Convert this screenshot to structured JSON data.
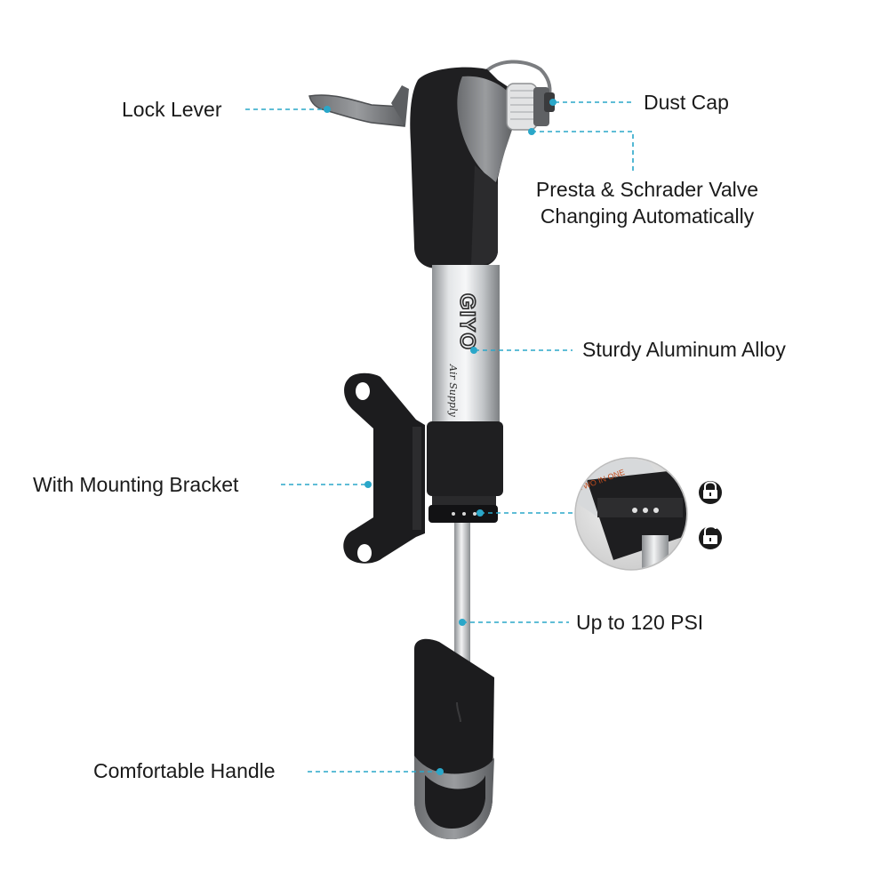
{
  "labels": {
    "lock_lever": "Lock Lever",
    "dust_cap": "Dust Cap",
    "valve_line1": "Presta & Schrader Valve",
    "valve_line2": "Changing Automatically",
    "alloy": "Sturdy Aluminum Alloy",
    "bracket": "With Mounting Bracket",
    "psi": "Up to 120 PSI",
    "handle": "Comfortable Handle"
  },
  "product": {
    "brand": "GIYO",
    "script": "Air Supply",
    "lock_ring_text": "TWO IN ONE"
  },
  "colors": {
    "leader": "#2aa7c9",
    "text": "#1a1a1a",
    "rubber": "#1c1c1e",
    "grip_gray": "#7b7d80",
    "aluminum": "#c9cbcd"
  },
  "icons": [
    "lock-closed-icon",
    "lock-open-icon"
  ]
}
